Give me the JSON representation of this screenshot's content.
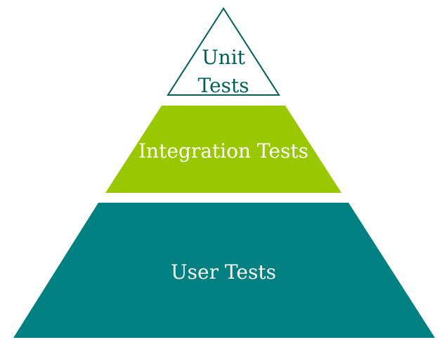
{
  "diagram": {
    "tiers": [
      {
        "id": "unit",
        "lines": [
          "Unit",
          "Tests"
        ],
        "fill": "#ffffff",
        "stroke": "#005f5a",
        "text_color": "#005f5a"
      },
      {
        "id": "integration",
        "lines": [
          "Integration Tests"
        ],
        "fill": "#99c700",
        "stroke": "none",
        "text_color": "#ffffff"
      },
      {
        "id": "user",
        "lines": [
          "User Tests"
        ],
        "fill": "#008080",
        "stroke": "none",
        "text_color": "#ffffff"
      }
    ]
  }
}
